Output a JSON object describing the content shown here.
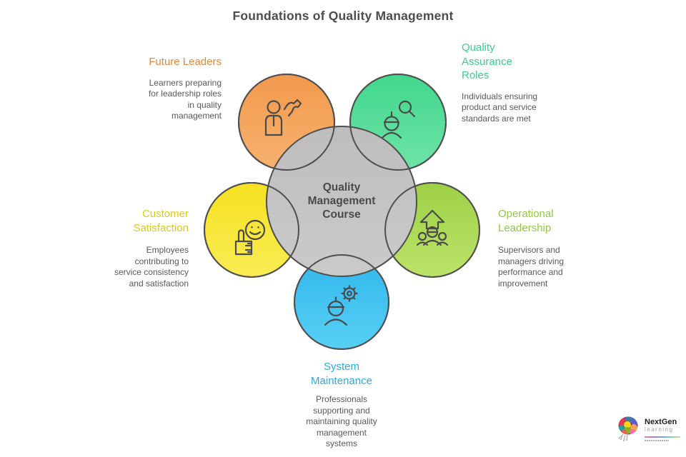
{
  "title": "Foundations of Quality Management",
  "center": {
    "lines": [
      "Quality",
      "Management",
      "Course"
    ],
    "fill_top": "#bebdbd",
    "fill_bottom": "#cbcaca"
  },
  "stroke_color": "#4f4f4f",
  "nodes": [
    {
      "name": "future-leaders",
      "label": "Future Leaders",
      "description": "Learners preparing for leadership roles in quality management",
      "accent": "#e8873c",
      "circle_top": "#f2994d",
      "circle_bottom": "#f7b26e",
      "icon": "presenter-person-icon"
    },
    {
      "name": "quality-assurance-roles",
      "label": "Quality Assurance Roles",
      "description": "Individuals ensuring product and service standards are met",
      "accent": "#3ecc8c",
      "circle_top": "#40d78c",
      "circle_bottom": "#6fe4a8",
      "icon": "inspector-magnifier-icon"
    },
    {
      "name": "customer-satisfaction",
      "label": "Customer Satisfaction",
      "description": "Employees contributing to service consistency and satisfaction",
      "accent": "#dfc916",
      "circle_top": "#f5e120",
      "circle_bottom": "#faec55",
      "icon": "thumbs-up-smiley-icon"
    },
    {
      "name": "operational-leadership",
      "label": "Operational Leadership",
      "description": "Supervisors and managers driving performance and improvement",
      "accent": "#92c83e",
      "circle_top": "#9ed047",
      "circle_bottom": "#bce369",
      "icon": "team-growth-arrow-icon"
    },
    {
      "name": "system-maintenance",
      "label": "System Maintenance",
      "description": "Professionals supporting and maintaining quality management systems",
      "accent": "#29abe2",
      "circle_top": "#2fb7eb",
      "circle_bottom": "#58cff5",
      "icon": "engineer-gear-icon"
    }
  ],
  "logo": {
    "brand": "NextGen",
    "subtitle": "learning"
  }
}
